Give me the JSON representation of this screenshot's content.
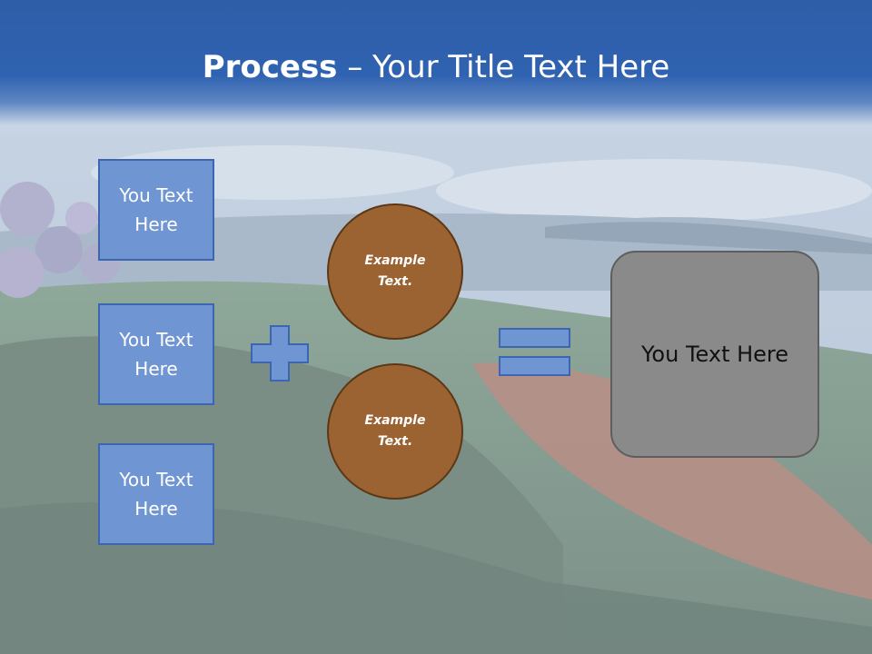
{
  "slide": {
    "title_bold": "Process",
    "title_rest": " – Your Title Text Here",
    "boxes": [
      {
        "label": "You Text Here"
      },
      {
        "label": "You Text Here"
      },
      {
        "label": "You Text Here"
      }
    ],
    "circles": [
      {
        "label": "Example Text."
      },
      {
        "label": "Example Text."
      }
    ],
    "result_label": "You Text Here",
    "operators": {
      "plus": "plus-icon",
      "equals": "equals-icon"
    },
    "colors": {
      "header": "#2f5ea8",
      "box_fill": "#6f95d2",
      "circle_fill": "#9b6332",
      "result_fill": "#8a8a8a"
    }
  }
}
